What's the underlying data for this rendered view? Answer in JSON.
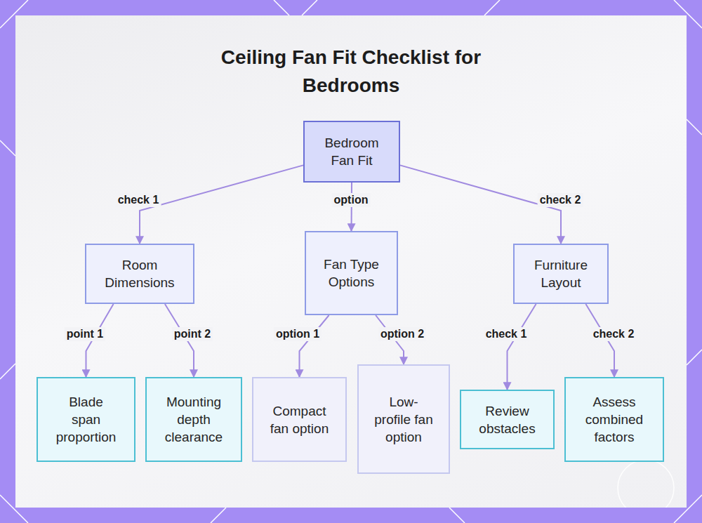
{
  "diagram": {
    "title": "Ceiling Fan Fit Checklist for Bedrooms",
    "nodes": [
      {
        "text": [
          "Bedroom Fan Fit"
        ]
      },
      {
        "text": [
          "Room Dimensions"
        ]
      },
      {
        "text": [
          "Fan Type Options"
        ]
      },
      {
        "text": [
          "Furniture Layout"
        ]
      },
      {
        "text": [
          "Blade span proportion"
        ]
      },
      {
        "text": [
          "Mounting depth clearance"
        ]
      },
      {
        "text": [
          "Compact fan option"
        ]
      },
      {
        "text": [
          "Low-profile fan option"
        ]
      },
      {
        "text": [
          "Review obstacles"
        ]
      },
      {
        "text": [
          "Assess combined factors"
        ]
      }
    ],
    "edges": [
      {
        "from": 0,
        "to": 1,
        "label": "check 1",
        "arrow": "to"
      },
      {
        "from": 0,
        "to": 2,
        "label": "option",
        "arrow": "to"
      },
      {
        "from": 0,
        "to": 3,
        "label": "check 2",
        "arrow": "to"
      },
      {
        "from": 1,
        "to": 4,
        "label": "point 1",
        "arrow": "to"
      },
      {
        "from": 1,
        "to": 5,
        "label": "point 2",
        "arrow": "to"
      },
      {
        "from": 2,
        "to": 6,
        "label": "option 1",
        "arrow": "to"
      },
      {
        "from": 2,
        "to": 7,
        "label": "option 2",
        "arrow": "to"
      },
      {
        "from": 3,
        "to": 8,
        "label": "check 1",
        "arrow": "to"
      },
      {
        "from": 3,
        "to": 9,
        "label": "check 2",
        "arrow": "to"
      }
    ]
  }
}
